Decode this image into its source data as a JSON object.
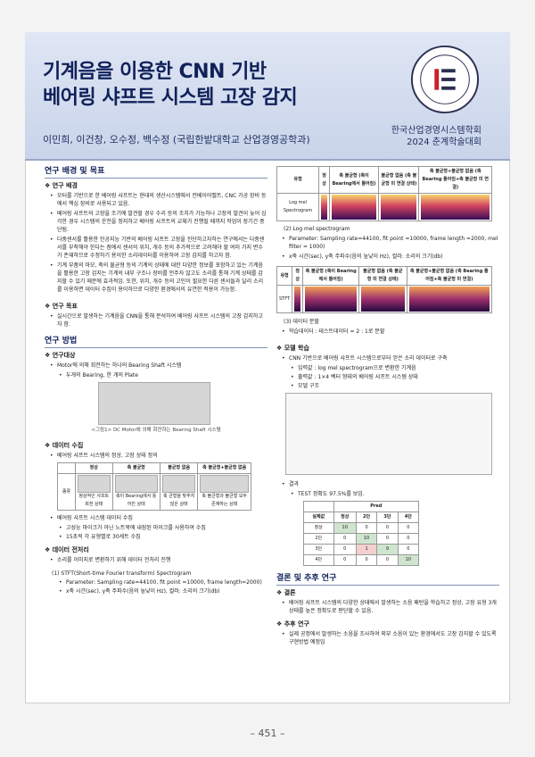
{
  "header": {
    "title_line1": "기계음을 이용한 CNN 기반",
    "title_line2": "베어링 샤프트 시스템 고장 감지",
    "authors": "이민희, 이건창, 오수정, 백수정 (국립한밭대학교 산업경영공학과)",
    "conf_line1": "한국산업경영시스템학회",
    "conf_line2": "2024 춘계학술대회"
  },
  "left": {
    "h_bg": "연구 배경 및 목표",
    "h_bg_sub": "연구 배경",
    "bg_items": [
      "모터를 기반으로 한 베어링 샤프트는 현대의 생산시스템에서 컨베이어벨트, CNC 가공 장비 등에서 핵심 장비로 사용되고 있음.",
      "베어링 샤프트의 고장을 조기에 발견할 경우 수리 등의 조치가 가능하나 고장의 발견이 늦어 심각한 경우 시스템의 운전을 정지하고 베어링 샤프트의 교체가 진행될 때까지 작업이 장기간 중단됨.",
      "다중센서를 활용한 인공지능 기반의 베어링 샤프트 고장을 진단하고자하는 연구에서는 다중센서를 부착해야 한다는 점에서 센서의 위치, 개수 등의 추가적으로 고려해야 할 여러 가지 변수가 존재하므로 수정하기 용이한 소리데이터를 이용하여 고장 감지를 하고자 함.",
      "기계 부품의 마모, 축의 불균형 등의 기계의 상태에 대한 다양한 정보를 포함하고 있는 기계음을 활용한 고장 감지는 기계의 내부 구조나 장비를 언주자 않고도 소리를 통해 기계 상태를 감지할 수 있기 때문에 효과적임. 또한, 위치, 개수 등의 고민이 필요한 다른 센서들과 달리 소리를 이용하면 데이터 수집이 용이하므로 다양한 환경에서의 유연한 적용이 가능함."
    ],
    "h_goal": "연구 목표",
    "goal_text": "실시간으로 발생하는 기계음을 CNN을 통해 분석하여 베어링 샤프트 시스템의 고장 감지하고자 함.",
    "h_method": "연구 방법",
    "h_target": "연구대상",
    "target_items": [
      "Motor에 의해 회전하는 하나의 Bearing Shaft 시스템",
      "두개의 Bearing, 한 개의 Plate"
    ],
    "fig1_caption": "<그림1> DC Motor에 의해 회전하는 Bearing Shaft 시스템",
    "h_collect": "데이터 수집",
    "collect_item": "베어링 샤프트 시스템의 정상, 고장 상태 정의",
    "state_cols": [
      "정상",
      "축 불균형",
      "불균형 없음",
      "축 불균형+불균형 없음"
    ],
    "state_row_label": "종류",
    "state_caps": [
      "정상적인 샤프트 회전 상태",
      "축이 Bearing에서 틀어진 상태",
      "축 균형을 맞추지 않은 상태",
      "축 불균형과 불균형 모두 존재하는 상태"
    ],
    "collect_items2": [
      "베어링 샤프트 시스템 데이터 수집",
      "고성능 마이크가 아닌 노트북에 내장된 마이크를 사용하여 수집",
      "15초씩 각 유형별로 30세트 수집"
    ],
    "h_pre": "데이터 전처리",
    "pre_item": "소리를 이미지로 변환하기 위해 데이터 전처리 진행",
    "stft_title": "(1)  STFT(Short-time Fourier transform) Spectrogram",
    "stft_items": [
      "Parameter: Sampling rate=44100, fit point =10000, frame length=2000)",
      "x축 시간(sec), y축 주파수(음의 높낮이 Hz), 컬러: 소리의 크기(db)"
    ]
  },
  "right": {
    "spec_cols": [
      "유형",
      "정상",
      "축 불균형 (축이 Bearing에서 틀어짐)",
      "불균형 없음 (축 불균형 미 연결 상태)",
      "축 불균형+불균형 없음 (축 Bearing 틀어짐+축 불균형 미 연결)"
    ],
    "spec_row1": "Log mel Spectrogram",
    "mel_title": "(2) Log mel spectrogram",
    "mel_items": [
      "Parameter: Sampling rate=44100, fit point =10000, frame length =2000, mel filter = 1000)",
      "x축 시간(sec), y축 주파수(음의 높낮이 Hz), 컬러: 소리의 크기(db)"
    ],
    "spec_row2": "STFT",
    "split_title": "(3) 데이터 분할",
    "split_item": "학습데이터 : 테스트데이터 = 2 : 1로 분할",
    "h_model": "모델 학습",
    "model_items": [
      "CNN 기반으로 베어링 샤프트 시스템으로부터 얻은 소리 데이터로 구축",
      "입력값 : log mel spectrogram으로 변환한 기계음",
      "출력값 : 1×4 벡터 형태의 베어링 샤프트 시스템 상태",
      "모델 구조"
    ],
    "result_head": "결과",
    "result_item": "TEST 정확도 97.5%를 보임.",
    "cm_head": "Pred",
    "cm_row_label": "실제값",
    "cm_labels": [
      "정상",
      "2단",
      "3단",
      "4단"
    ],
    "cm": [
      [
        "10",
        "0",
        "0",
        "0"
      ],
      [
        "0",
        "10",
        "0",
        "0"
      ],
      [
        "0",
        "1",
        "9",
        "0"
      ],
      [
        "0",
        "0",
        "0",
        "10"
      ]
    ],
    "h_concl": "결론 및 추후 연구",
    "concl_head": "결론",
    "concl_text": "베어링 샤프트 시스템의 다양한 상태에서 발생하는 소음 패턴을 학습하고 정상, 고장 유형 3개 상태를 높은 정확도로 판단할 수 있음.",
    "future_head": "추후 연구",
    "future_text": "실제 공정에서 발생하는 소음을 조사하여 외부 소음이 있는 환경에서도 고장 감지할 수 있도록 구현방법 예정임"
  },
  "page_no": "– 451 –"
}
